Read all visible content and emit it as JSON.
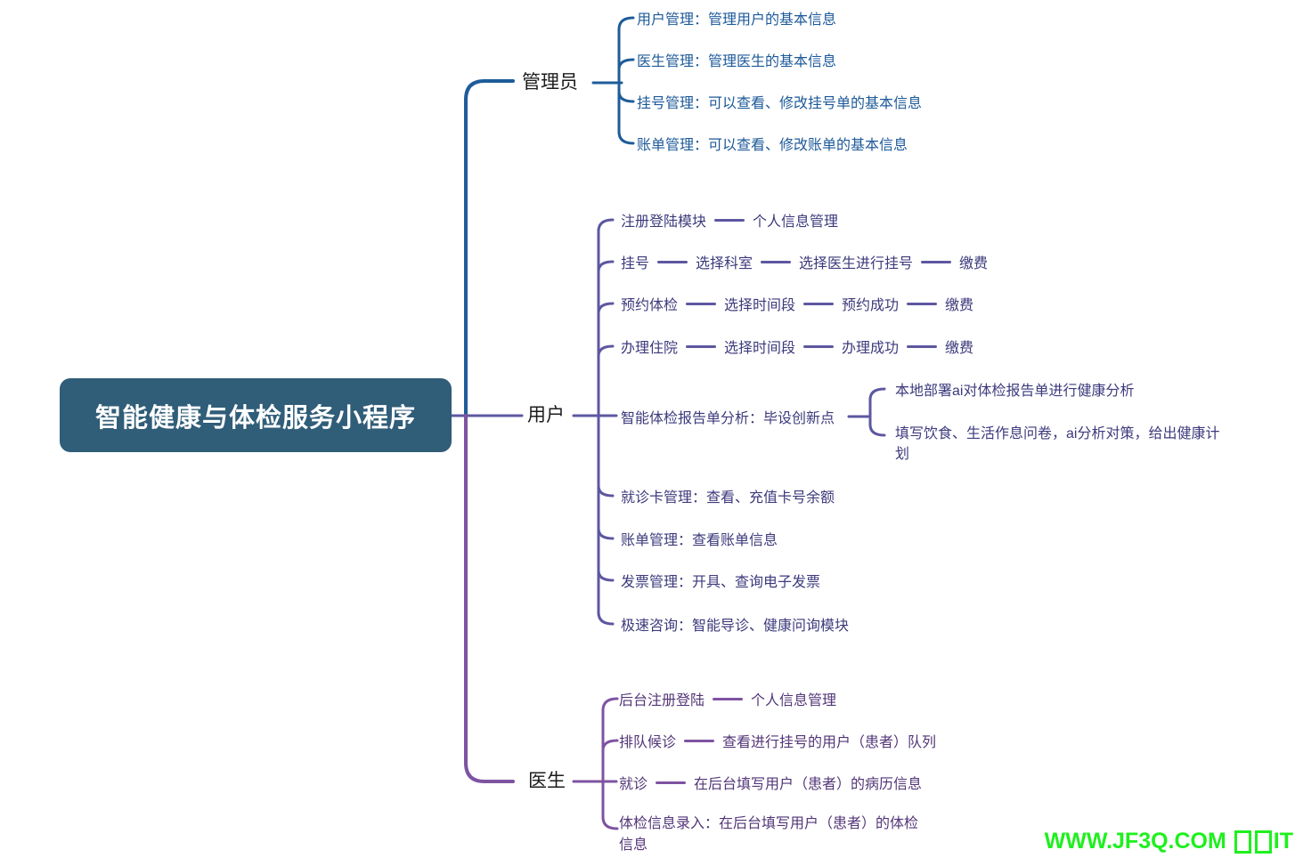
{
  "title": "智能健康与体检服务小程序",
  "colors": {
    "root_bg": "#305d78",
    "admin_blue": "#1e5c99",
    "user_line": "#5d57a0",
    "user_text": "#3d3a7c",
    "doctor_line": "#7e53a2",
    "doctor_text": "#523677",
    "watermark_green": "#1ef01e"
  },
  "branches": {
    "admin": {
      "label": "管理员",
      "items": [
        "用户管理：管理用户的基本信息",
        "医生管理：管理医生的基本信息",
        "挂号管理：可以查看、修改挂号单的基本信息",
        "账单管理：可以查看、修改账单的基本信息"
      ]
    },
    "user": {
      "label": "用户",
      "items": [
        [
          "注册登陆模块",
          "个人信息管理"
        ],
        [
          "挂号",
          "选择科室",
          "选择医生进行挂号",
          "缴费"
        ],
        [
          "预约体检",
          "选择时间段",
          "预约成功",
          "缴费"
        ],
        [
          "办理住院",
          "选择时间段",
          "办理成功",
          "缴费"
        ],
        [
          "智能体检报告单分析：毕设创新点"
        ],
        [
          "就诊卡管理：查看、充值卡号余额"
        ],
        [
          "账单管理：查看账单信息"
        ],
        [
          "发票管理：开具、查询电子发票"
        ],
        [
          "极速咨询：智能导诊、健康问询模块"
        ]
      ],
      "analysis_children": [
        "本地部署ai对体检报告单进行健康分析",
        "填写饮食、生活作息问卷，ai分析对策，给出健康计划"
      ]
    },
    "doctor": {
      "label": "医生",
      "items": [
        [
          "后台注册登陆",
          "个人信息管理"
        ],
        [
          "排队候诊",
          "查看进行挂号的用户（患者）队列"
        ],
        [
          "就诊",
          "在后台填写用户（患者）的病历信息"
        ],
        [
          "体检信息录入：在后台填写用户（患者）的体检信息"
        ]
      ]
    }
  },
  "watermark": {
    "site": "WWW.JF3Q.COM ",
    "suffix": "IT"
  }
}
